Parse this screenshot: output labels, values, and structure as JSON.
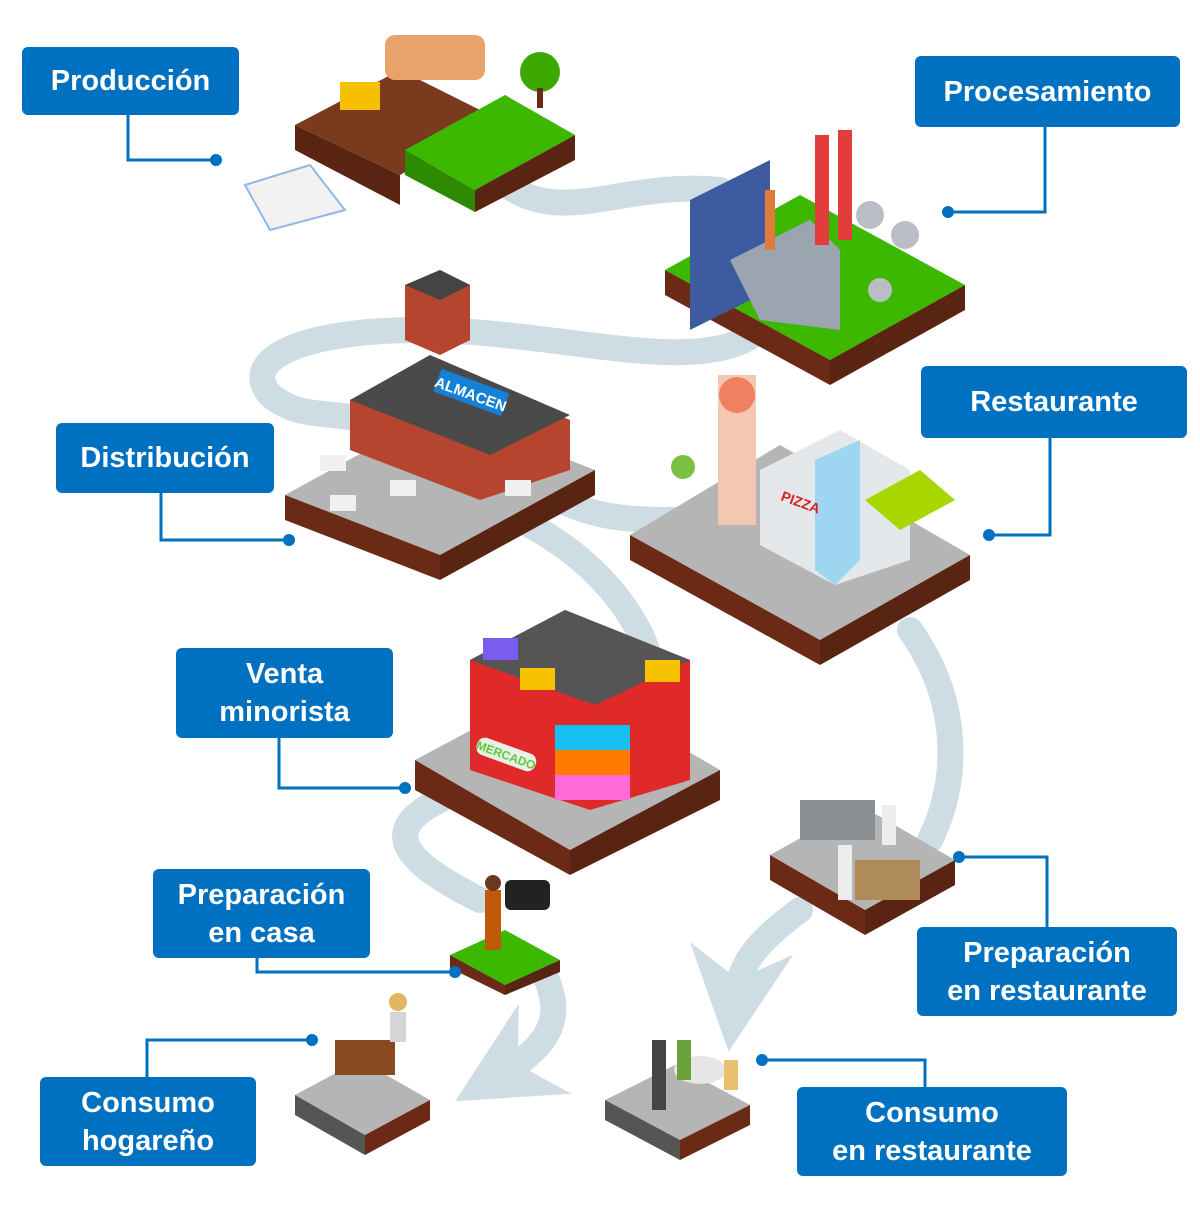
{
  "diagram": {
    "title": "Food supply chain",
    "colors": {
      "label_bg": "#0070C0",
      "label_text": "#FFFFFF",
      "connector": "#0070C0",
      "flow_path": "#CEDDE4",
      "platform_side": "#6B2A16",
      "platform_top_gray": "#B5B5B5",
      "platform_top_green": "#3DB800"
    },
    "stages": [
      {
        "id": "produccion",
        "lines": [
          "Producción"
        ],
        "icon": "farm-icon"
      },
      {
        "id": "procesamiento",
        "lines": [
          "Procesamiento"
        ],
        "icon": "factory-icon"
      },
      {
        "id": "distribucion",
        "lines": [
          "Distribución"
        ],
        "icon": "warehouse-icon"
      },
      {
        "id": "restaurante",
        "lines": [
          "Restaurante"
        ],
        "icon": "restaurant-building-icon"
      },
      {
        "id": "venta_minorista",
        "lines": [
          "Venta",
          "minorista"
        ],
        "icon": "supermarket-icon"
      },
      {
        "id": "preparacion_casa",
        "lines": [
          "Preparación",
          "en casa"
        ],
        "icon": "grill-icon"
      },
      {
        "id": "preparacion_restaurante",
        "lines": [
          "Preparación",
          "en restaurante"
        ],
        "icon": "kitchen-icon"
      },
      {
        "id": "consumo_hogareno",
        "lines": [
          "Consumo",
          "hogareño"
        ],
        "icon": "family-dinner-icon"
      },
      {
        "id": "consumo_restaurante",
        "lines": [
          "Consumo",
          "en restaurante"
        ],
        "icon": "restaurant-dining-icon"
      }
    ],
    "signs": {
      "warehouse": "ALMACEN",
      "market": "MERCADO",
      "pizza": "PIZZA"
    }
  }
}
